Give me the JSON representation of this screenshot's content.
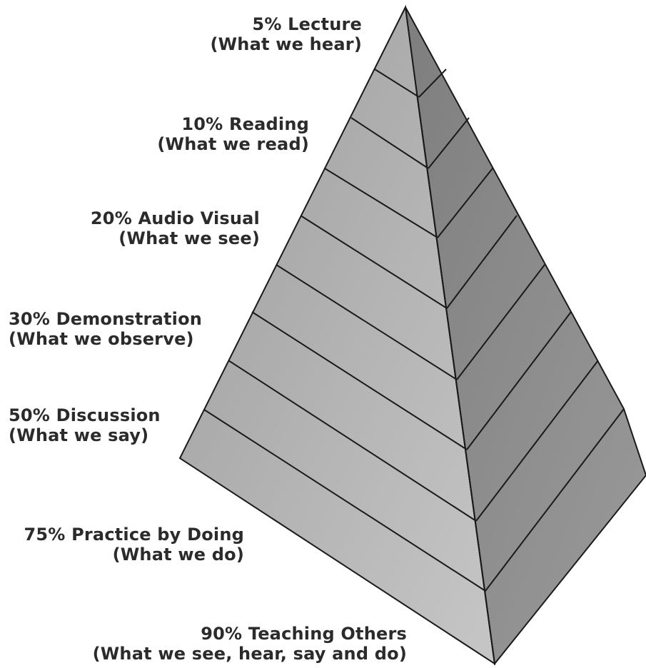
{
  "levels": [
    {
      "percent": "5%",
      "name": "Lecture",
      "description": "(What we hear)"
    },
    {
      "percent": "10%",
      "name": "Reading",
      "description": "(What we read)"
    },
    {
      "percent": "20%",
      "name": "Audio Visual",
      "description": "(What we see)"
    },
    {
      "percent": "30%",
      "name": "Demonstration",
      "description": "(What we observe)"
    },
    {
      "percent": "50%",
      "name": "Discussion",
      "description": "(What we say)"
    },
    {
      "percent": "75%",
      "name": "Practice by Doing",
      "description": "(What we do)"
    },
    {
      "percent": "90%",
      "name": "Teaching Others",
      "description": "(What we see, hear, say and do)"
    }
  ],
  "labels": {
    "level_0": {
      "line1": "5% Lecture",
      "line2": "(What we hear)"
    },
    "level_1": {
      "line1": "10% Reading",
      "line2": "(What we read)"
    },
    "level_2": {
      "line1": "20% Audio Visual",
      "line2": "(What we see)"
    },
    "level_3": {
      "line1": "30% Demonstration",
      "line2": "(What we observe)"
    },
    "level_4": {
      "line1": "50% Discussion",
      "line2": "(What we say)"
    },
    "level_5": {
      "line1": "75% Practice by Doing",
      "line2": "(What we do)"
    },
    "level_6": {
      "line1": "90% Teaching Others",
      "line2": "(What we see, hear, say and do)"
    }
  },
  "colors": {
    "left_face": "#a9a9a9",
    "right_face": "#8c8c8c",
    "band_line": "#1a1a1a",
    "text": "#2b2b2b"
  }
}
